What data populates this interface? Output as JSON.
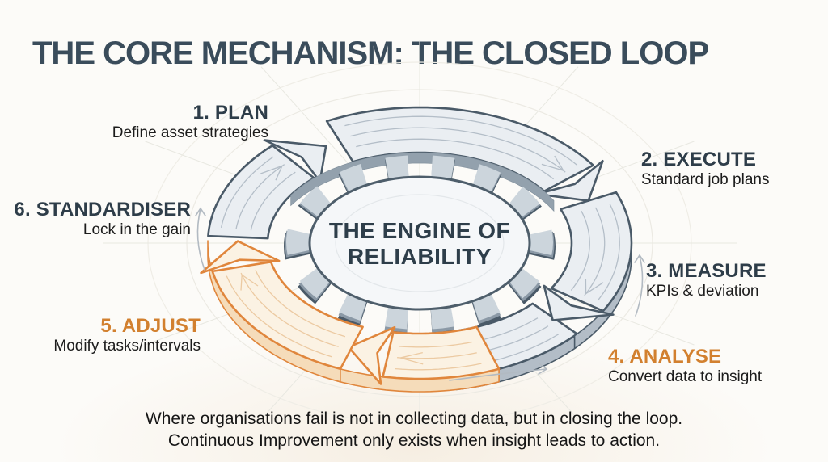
{
  "page": {
    "title": "THE CORE MECHANISM: THE CLOSED LOOP"
  },
  "center": {
    "line1": "THE ENGINE OF",
    "line2": "RELIABILITY"
  },
  "steps": [
    {
      "id": "plan",
      "title": "1. PLAN",
      "subtitle": "Define asset strategies",
      "accent": "dark"
    },
    {
      "id": "execute",
      "title": "2. EXECUTE",
      "subtitle": "Standard job plans",
      "accent": "dark"
    },
    {
      "id": "measure",
      "title": "3. MEASURE",
      "subtitle": "KPIs & deviation",
      "accent": "dark"
    },
    {
      "id": "analyse",
      "title": "4. ANALYSE",
      "subtitle": "Convert data to insight",
      "accent": "orange"
    },
    {
      "id": "adjust",
      "title": "5. ADJUST",
      "subtitle": "Modify tasks/intervals",
      "accent": "orange"
    },
    {
      "id": "standardise",
      "title": "6. STANDARDISER",
      "subtitle": "Lock in the gain",
      "accent": "dark"
    }
  ],
  "footer": {
    "line1": "Where organisations fail is not in collecting data, but in closing the loop.",
    "line2": "Continuous Improvement only exists when insight leads to action."
  },
  "colors": {
    "accent_orange": "#d2802f",
    "slate_title": "#3a4c5b",
    "band_gray_stroke": "#4a5a68",
    "band_gray_fill": "#eaeef2",
    "band_orange_stroke": "#e0863c",
    "band_orange_fill": "#fbf2e3"
  }
}
